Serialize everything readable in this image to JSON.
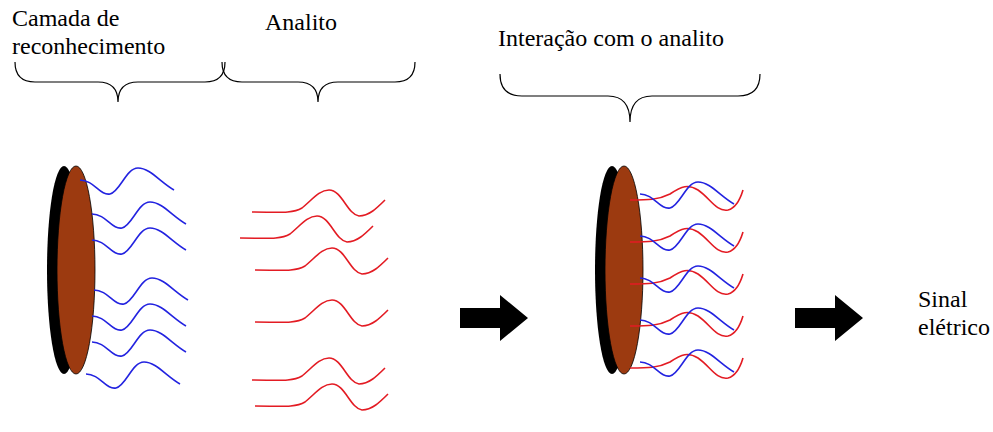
{
  "diagram": {
    "labels": [
      "Camada de reconhecimento",
      "Analito",
      "Interação com o analito",
      "Sinal elétrico"
    ]
  }
}
